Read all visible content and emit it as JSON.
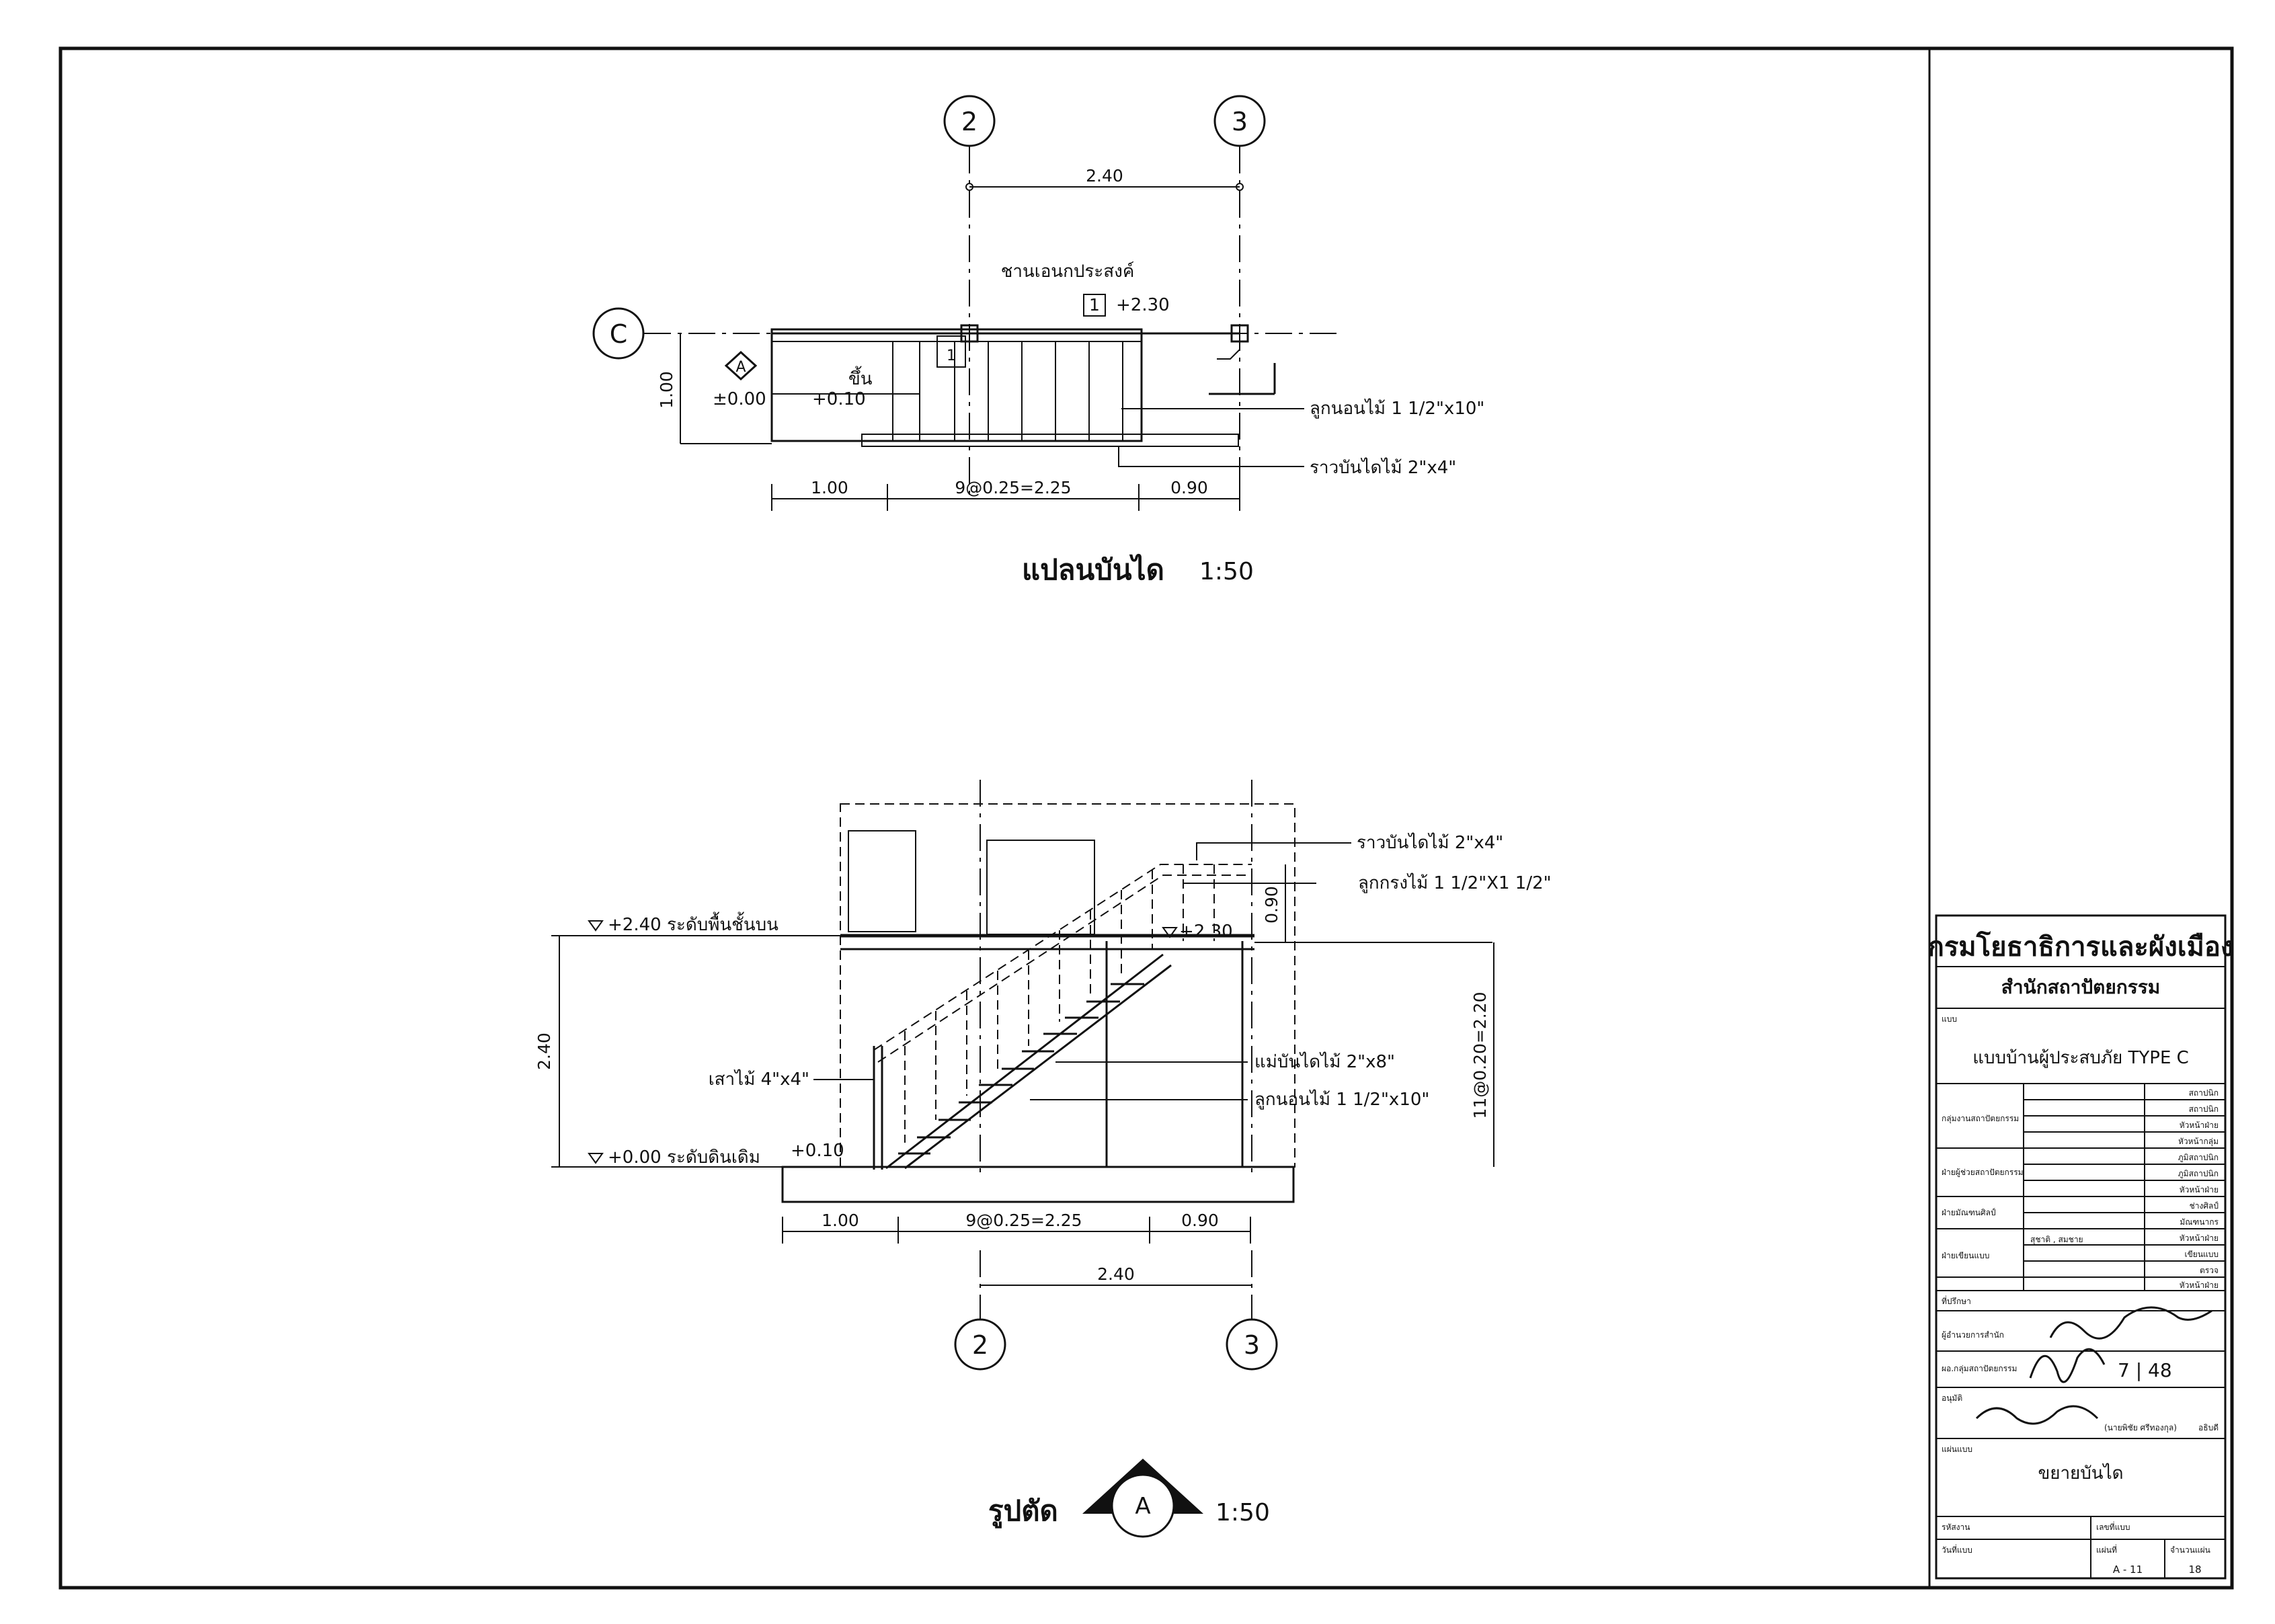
{
  "plan": {
    "grid_2": "2",
    "grid_3": "3",
    "grid_c": "C",
    "dim_top": "2.40",
    "landing_label": "ชานเอนกประสงค์",
    "landing_tag": "1",
    "landing_level": "+2.30",
    "section_marker": "A",
    "arrow_tag": "1",
    "up_label": "ขึ้น",
    "level_ground": "±0.00",
    "level_step": "+0.10",
    "dim_side": "1.00",
    "tread_note": "ลูกนอนไม้ 1 1/2\"x10\"",
    "rail_note": "ราวบันไดไม้ 2\"x4\"",
    "dim_bottom": [
      "1.00",
      "9@0.25=2.25",
      "0.90"
    ],
    "title": "แปลนบันได",
    "scale": "1:50"
  },
  "section": {
    "rail_note": "ราวบันไดไม้ 2\"x4\"",
    "baluster_note": "ลูกกรงไม้ 1 1/2\"X1 1/2\"",
    "rail_height": "0.90",
    "upper_level": "+2.40 ระดับพื้นชั้นบน",
    "landing_level": "+2.30",
    "level_height": "2.40",
    "post_note": "เสาไม้ 4\"x4\"",
    "stringer_note": "แม่บันไดไม้ 2\"x8\"",
    "tread_note": "ลูกนอนไม้ 1 1/2\"x10\"",
    "riser_dim": "11@0.20=2.20",
    "step_level": "+0.10",
    "ground_level": "+0.00 ระดับดินเดิม",
    "dim_bottom": [
      "1.00",
      "9@0.25=2.25",
      "0.90"
    ],
    "dim_grid": "2.40",
    "grid_2": "2",
    "grid_3": "3",
    "title": "รูปตัด",
    "marker": "A",
    "scale": "1:50"
  },
  "title_block": {
    "dept": "กรมโยธาธิการและผังเมือง",
    "bureau": "สำนักสถาปัตยกรรม",
    "type_label": "แบบ",
    "project": "แบบบ้านผู้ประสบภัย TYPE C",
    "group1": "กลุ่มงานสถาปัตยกรรม",
    "group2": "ฝ่ายผู้ช่วยสถาปัตยกรรม",
    "group3": "ฝ่ายมัณฑนศิลป์",
    "group4": "ฝ่ายเขียนแบบ",
    "row_note": "สุชาติ , สมชาย",
    "consult": "ที่ปรึกษา",
    "director": "ผู้อำนวยการสำนัก",
    "chief": "ผอ.กลุ่มสถาปัตยกรรม",
    "approve": "อนุมัติ",
    "date_sig": "7 | 48",
    "approver": "(นายพิชัย ศรีทองกุล)",
    "approver_title": "อธิบดี",
    "sheet_label": "แผ่นแบบ",
    "sheet_title": "ขยายบันได",
    "code_label": "รหัสงาน",
    "plan_no": "เลขที่แบบ",
    "date_label": "วันที่แบบ",
    "sheet_no": "แผ่นที่",
    "total": "จำนวนแผ่น",
    "sheet_value": "A - 11",
    "total_value": "18",
    "roles": [
      "สถาปนิก",
      "สถาปนิก",
      "หัวหน้าฝ่าย",
      "หัวหน้ากลุ่ม",
      "ภูมิสถาปนิก",
      "ภูมิสถาปนิก",
      "หัวหน้าฝ่าย",
      "ช่างศิลป์",
      "มัณฑนากร",
      "หัวหน้าฝ่าย",
      "เขียนแบบ",
      "ตรวจ",
      "หัวหน้าฝ่าย"
    ]
  }
}
